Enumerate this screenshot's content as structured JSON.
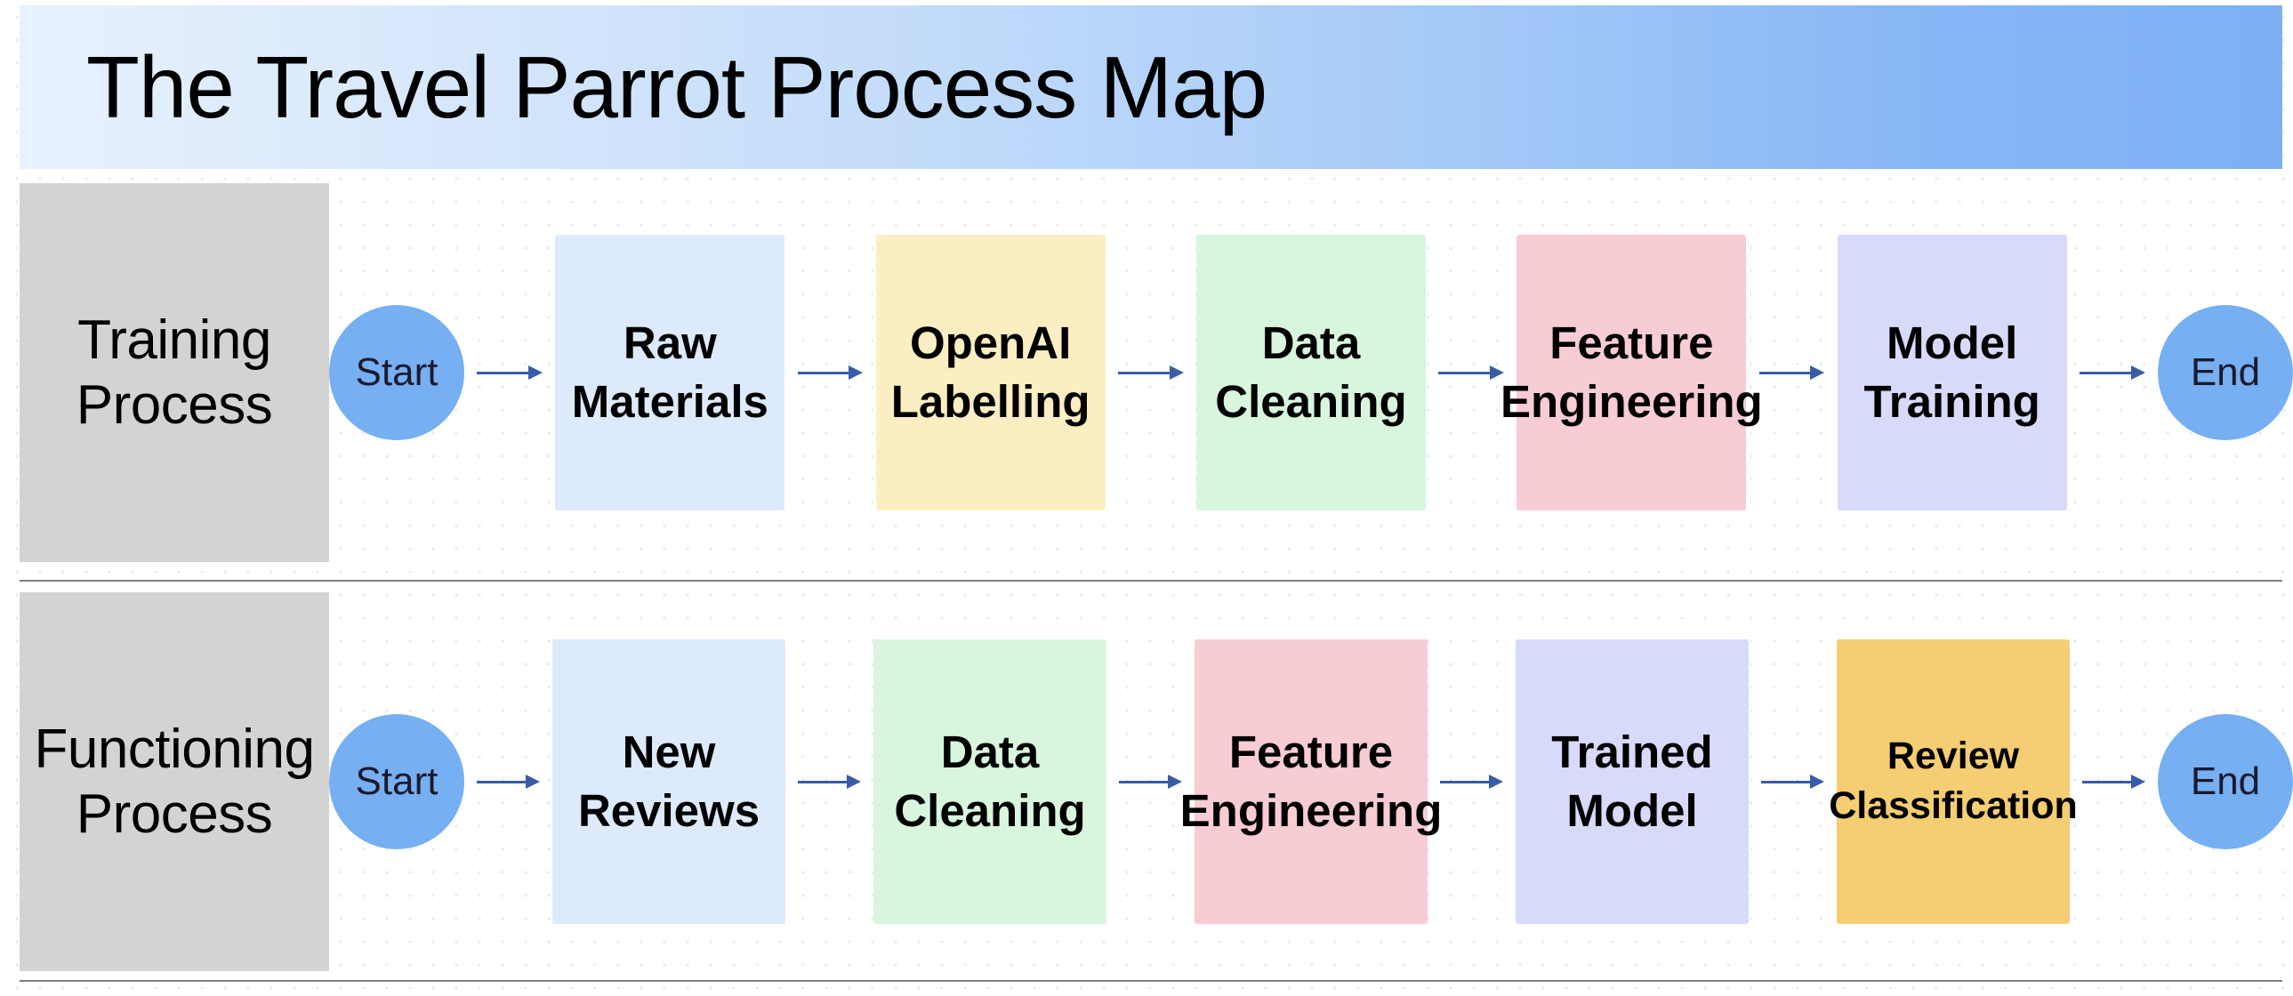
{
  "header": {
    "title": "The Travel Parrot Process Map",
    "gradient_from": "#e8f1fd",
    "gradient_to": "#7cb0f5"
  },
  "colors": {
    "lane_label_bg": "#d3d3d3",
    "terminator_fill": "#76aff2",
    "arrow": "#3a5ca8",
    "node_blue": "#ddeafb",
    "node_yellow": "#fbeec2",
    "node_green": "#d8f5dd",
    "node_pink": "#f7ccd3",
    "node_lavender": "#d7daf9",
    "node_amber": "#f5cd72",
    "divider": "#7f7f7f",
    "background": "#ffffff"
  },
  "lanes": [
    {
      "name": "training",
      "label": "Training\nProcess",
      "label_line1": "Training",
      "label_line2": "Process",
      "start_label": "Start",
      "end_label": "End",
      "nodes": [
        {
          "line1": "Raw",
          "line2": "Materials",
          "color": "#ddeafb",
          "name": "raw-materials"
        },
        {
          "line1": "OpenAI",
          "line2": "Labelling",
          "color": "#fbeec2",
          "name": "openai-labelling"
        },
        {
          "line1": "Data",
          "line2": "Cleaning",
          "color": "#d8f5dd",
          "name": "data-cleaning"
        },
        {
          "line1": "Feature",
          "line2": "Engineering",
          "color": "#f7ccd3",
          "name": "feature-engineering"
        },
        {
          "line1": "Model",
          "line2": "Training",
          "color": "#d7daf9",
          "name": "model-training"
        }
      ]
    },
    {
      "name": "functioning",
      "label": "Functioning\nProcess",
      "label_line1": "Functioning",
      "label_line2": "Process",
      "start_label": "Start",
      "end_label": "End",
      "nodes": [
        {
          "line1": "New",
          "line2": "Reviews",
          "color": "#ddeafb",
          "name": "new-reviews"
        },
        {
          "line1": "Data",
          "line2": "Cleaning",
          "color": "#d8f5dd",
          "name": "data-cleaning"
        },
        {
          "line1": "Feature",
          "line2": "Engineering",
          "color": "#f7ccd3",
          "name": "feature-engineering"
        },
        {
          "line1": "Trained",
          "line2": "Model",
          "color": "#d7daf9",
          "name": "trained-model"
        },
        {
          "line1": "Review",
          "line2": "Classification",
          "color": "#f5cd72",
          "name": "review-classification",
          "small": true
        }
      ]
    }
  ]
}
